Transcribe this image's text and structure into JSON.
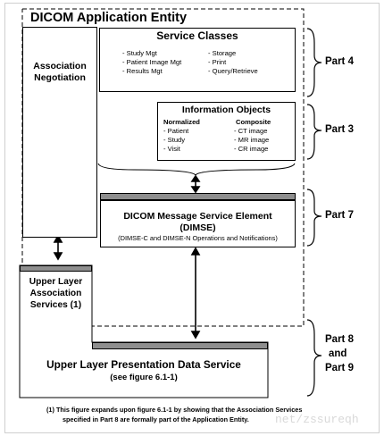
{
  "diagram": {
    "title": "DICOM Application Entity",
    "association": {
      "line1": "Association",
      "line2": "Negotiation"
    },
    "service_classes": {
      "title": "Service Classes",
      "col1": [
        "- Study Mgt",
        "- Patient Image Mgt",
        "- Results Mgt"
      ],
      "col2": [
        "- Storage",
        "- Print",
        "- Query/Retrieve"
      ]
    },
    "information_objects": {
      "title": "Information  Objects",
      "normalized_header": "Normalized",
      "normalized": [
        "- Patient",
        "- Study",
        "- Visit"
      ],
      "composite_header": "Composite",
      "composite": [
        "- CT image",
        "- MR image",
        "- CR image"
      ]
    },
    "dimse": {
      "line1": "DICOM  Message Service Element",
      "line2": "(DIMSE)",
      "line3": "(DIMSE-C and DIMSE-N Operations and Notifications)"
    },
    "upper_layer_assoc": {
      "line1": "Upper Layer",
      "line2": "Association",
      "line3": "Services (1)"
    },
    "presentation": {
      "line1": "Upper Layer Presentation Data Service",
      "line2": "(see figure 6.1-1)"
    },
    "parts": {
      "part4": "Part 4",
      "part3": "Part 3",
      "part7": "Part 7",
      "part8a": "Part 8",
      "part8b": "and",
      "part8c": "Part 9"
    },
    "footnote": {
      "line1": "(1)  This figure expands upon figure 6.1-1 by showing that the Association Services",
      "line2": "specified in Part 8 are formally part of the Application Entity."
    },
    "watermark": "net/zssureqh"
  }
}
